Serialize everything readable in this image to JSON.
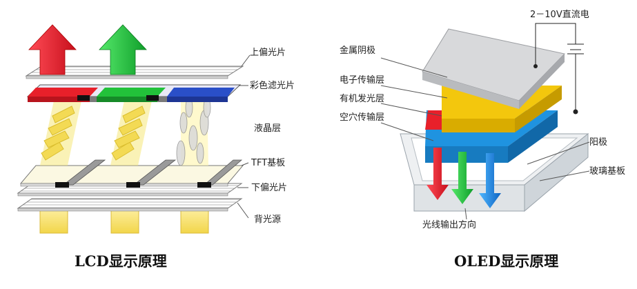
{
  "lcd": {
    "caption": "LCD显示原理",
    "labels": {
      "upper_polarizer": "上偏光片",
      "color_filter": "彩色滤光片",
      "liquid_crystal": "液晶层",
      "tft_substrate": "TFT基板",
      "lower_polarizer": "下偏光片",
      "backlight": "背光源"
    }
  },
  "oled": {
    "caption": "OLED显示原理",
    "voltage": "2－10V直流电",
    "labels": {
      "metal_cathode": "金属阴极",
      "electron_transport": "电子传输层",
      "organic_emissive": "有机发光层",
      "hole_transport": "空穴传输层",
      "anode": "阳极",
      "glass_substrate": "玻璃基板",
      "light_output": "光线输出方向"
    }
  },
  "colors": {
    "red": "#e8202a",
    "green": "#22c23a",
    "blue": "#2a4fc8",
    "yellow": "#f3c70d",
    "cyan_blue": "#1f93e0"
  }
}
